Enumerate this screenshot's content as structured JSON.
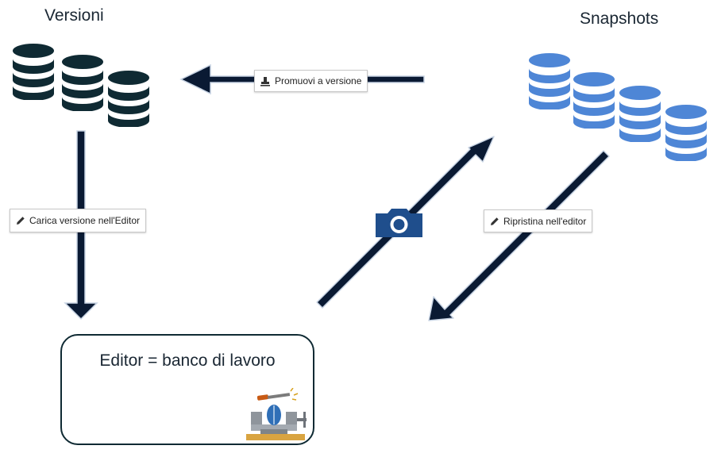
{
  "groups": {
    "versions_title": "Versioni",
    "snapshots_title": "Snapshots"
  },
  "actions": {
    "promote": "Promuovi a versione",
    "load_version": "Carica versione nell'Editor",
    "restore": "Ripristina nell'editor"
  },
  "editor": {
    "label": "Editor = banco di lavoro"
  },
  "icons": {
    "versions_db": "database-icon",
    "snapshots_db": "database-icon",
    "camera": "camera-icon",
    "workbench": "vise-icon",
    "pencil": "pencil-icon",
    "stamp": "stamp-icon"
  },
  "colors": {
    "versions_db": "#0f2a33",
    "snapshots_db": "#4e86d6",
    "arrow_fill": "#0a1a33",
    "arrow_outline": "#c7d3e3",
    "camera": "#1f4e8c"
  }
}
